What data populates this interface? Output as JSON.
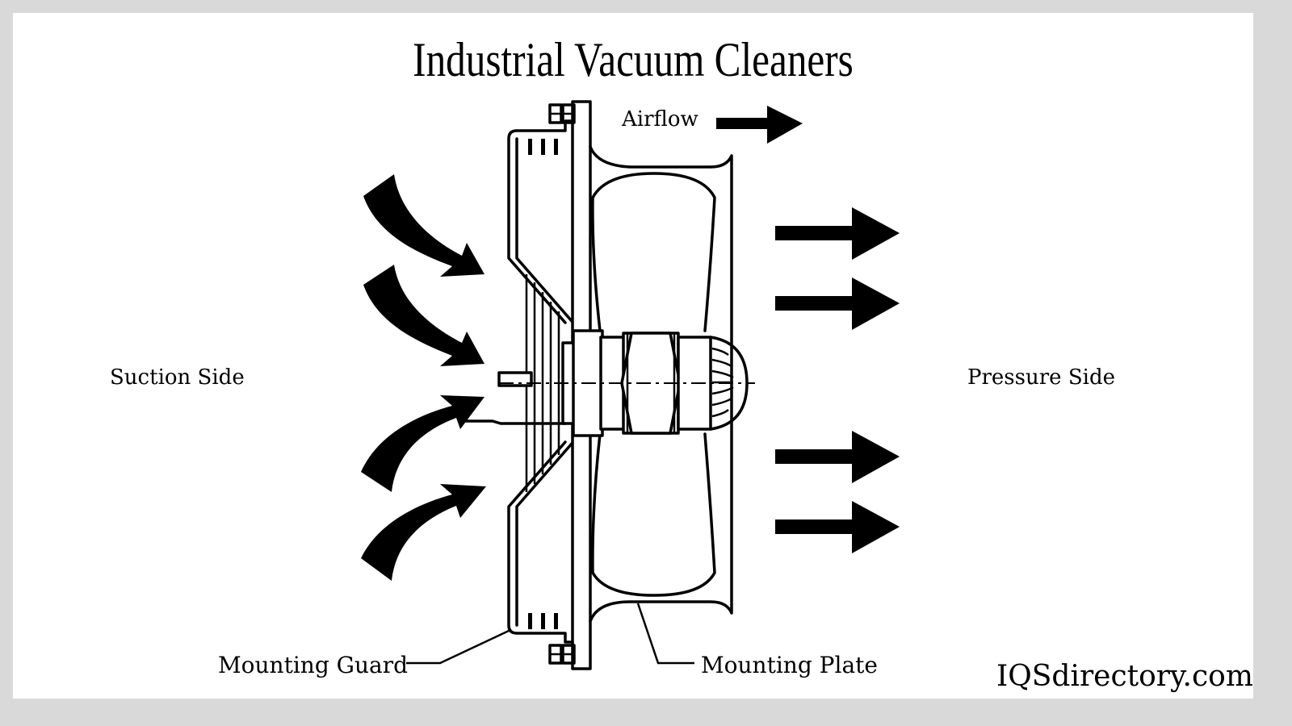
{
  "title": "Industrial Vacuum Cleaners",
  "labels": {
    "airflow": "Airflow",
    "suction_side": "Suction Side",
    "pressure_side": "Pressure Side",
    "mounting_guard": "Mounting Guard",
    "mounting_plate": "Mounting Plate"
  },
  "brand": "IQSdirectory.com",
  "colors": {
    "background_border": "#d9d9d9",
    "canvas": "#ffffff",
    "ink": "#000000"
  },
  "diagram": {
    "suction_arrows": 4,
    "pressure_arrows": 4
  }
}
